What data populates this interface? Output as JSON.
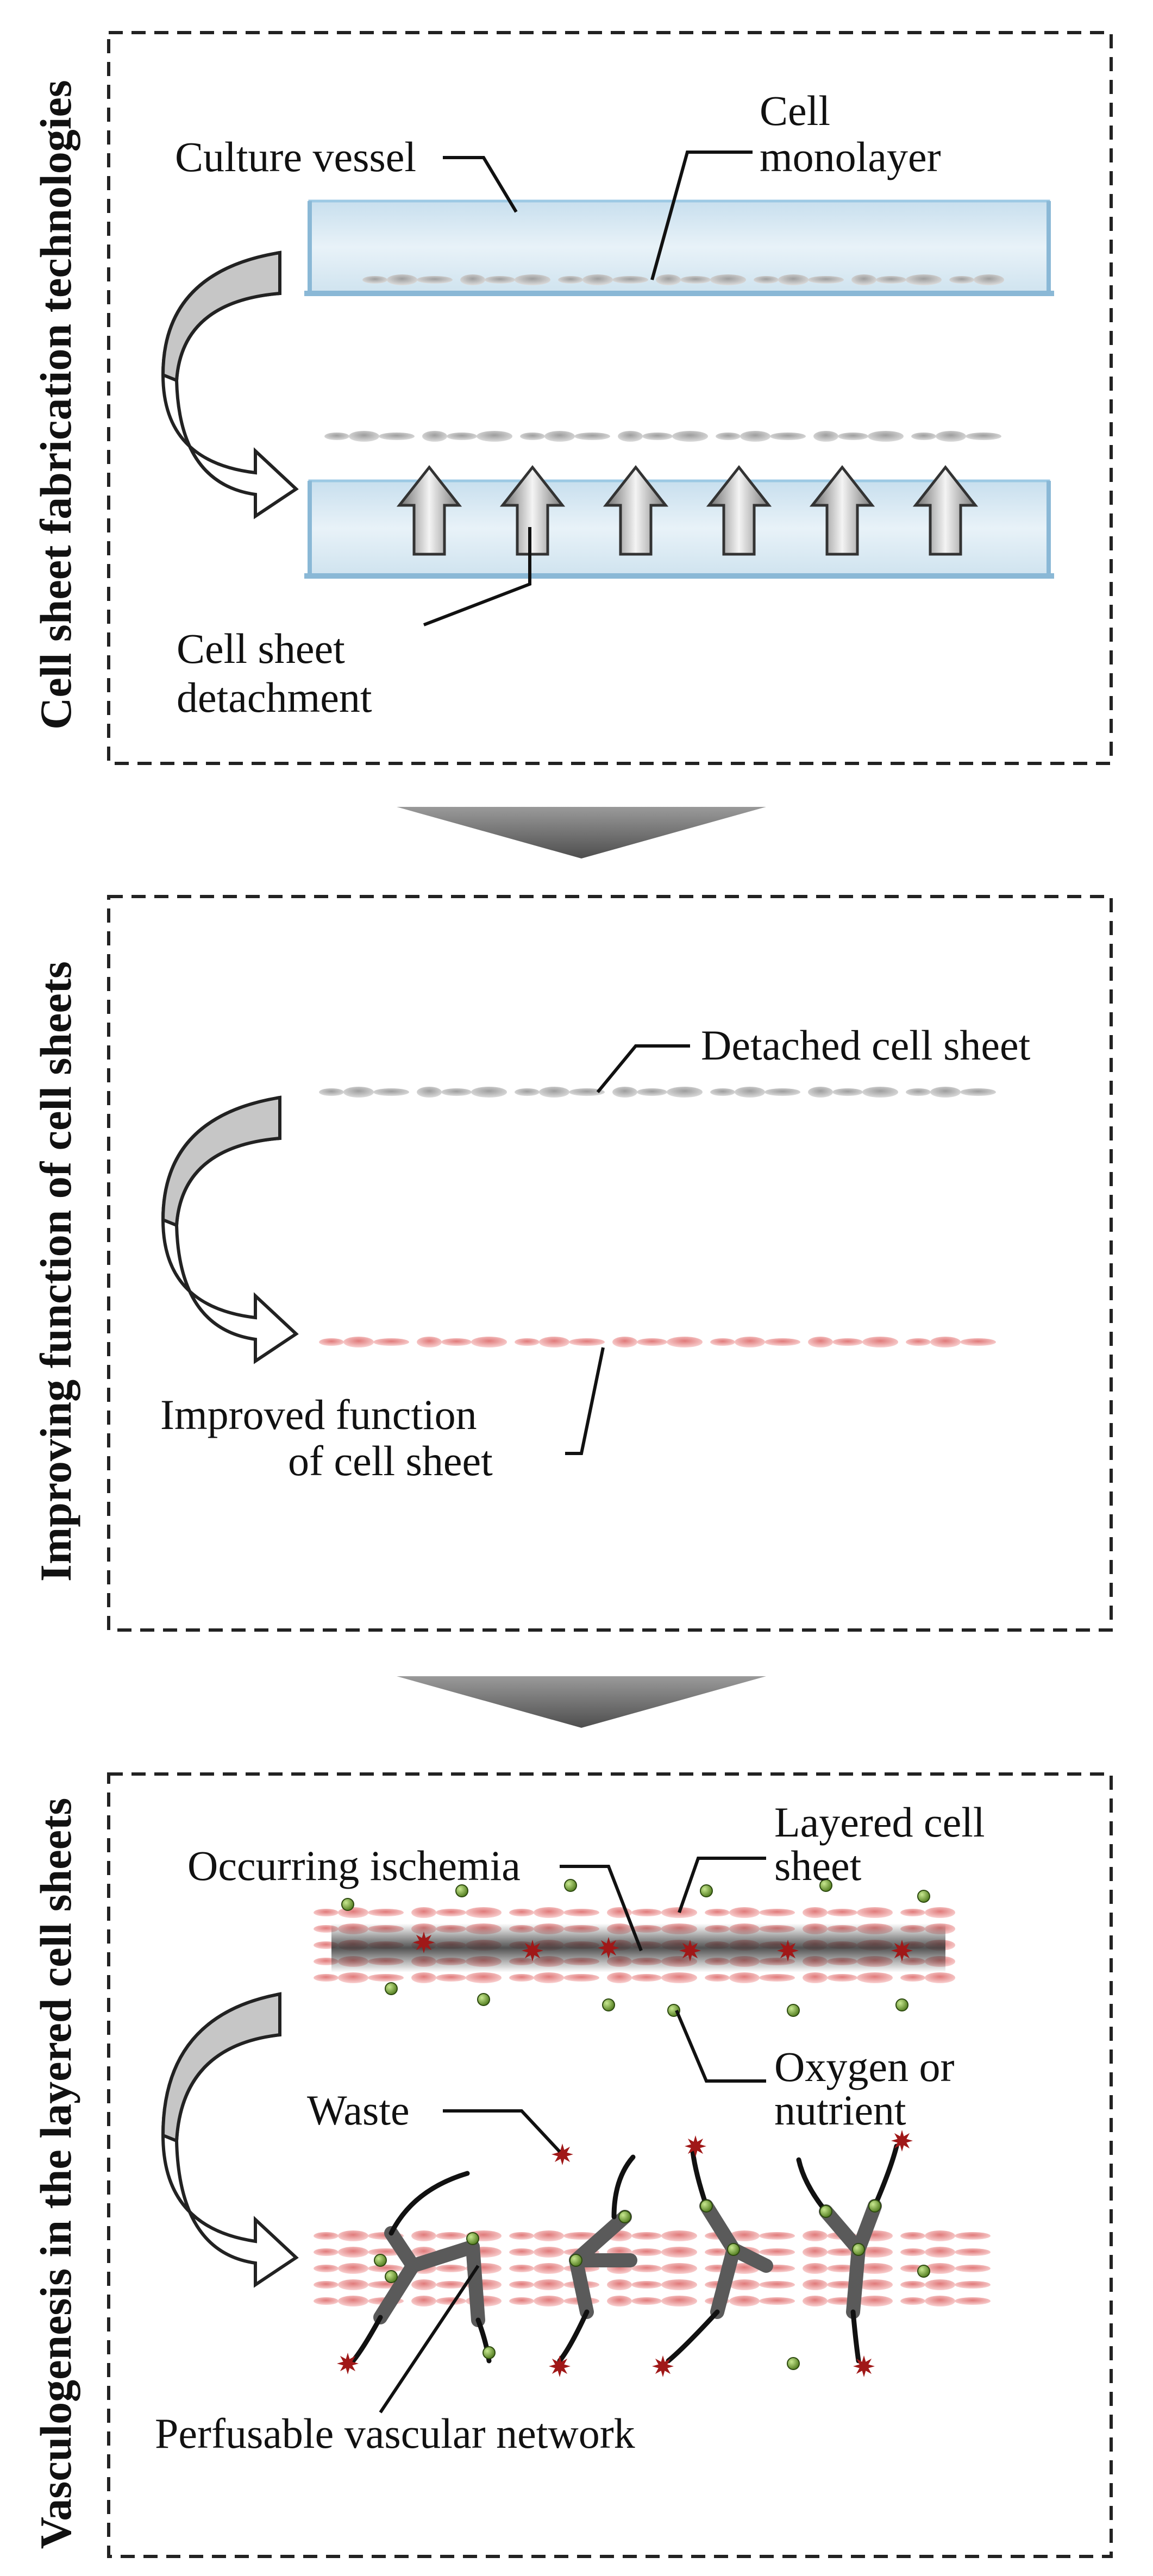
{
  "panels": [
    {
      "title": "Cell sheet fabrication technologies",
      "labels": {
        "culture_vessel": "Culture vessel",
        "cell_monolayer_1": "Cell",
        "cell_monolayer_2": "monolayer",
        "detachment_1": "Cell sheet",
        "detachment_2": "detachment"
      }
    },
    {
      "title": "Improving function of cell sheets",
      "labels": {
        "detached_sheet": "Detached cell sheet",
        "improved_1": "Improved function",
        "improved_2": "of cell sheet"
      }
    },
    {
      "title": "Vasculogenesis in the layered cell sheets",
      "labels": {
        "ischemia": "Occurring ischemia",
        "layered_1": "Layered cell",
        "layered_2": "sheet",
        "oxygen_1": "Oxygen or",
        "oxygen_2": "nutrient",
        "waste": "Waste",
        "network": "Perfusable vascular network"
      }
    }
  ],
  "colors": {
    "vessel_fill": "#dcebf4",
    "vessel_edge": "#9cc9e4",
    "cell_gray": "#b9b9b9",
    "cell_pink": "#f2a9a9",
    "oxygen": "#6f9d2f",
    "waste": "#a01818",
    "vessel_network": "#5a5a5a"
  }
}
